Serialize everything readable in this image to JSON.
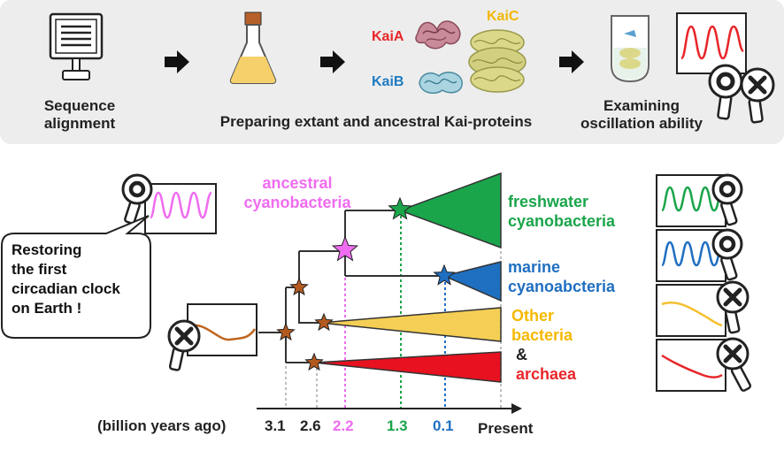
{
  "workflow": {
    "step1": {
      "line1": "Sequence",
      "line2": "alignment"
    },
    "step2": {
      "label": "Preparing extant and ancestral Kai-proteins"
    },
    "step3": {
      "line1": "Examining",
      "line2": "oscillation ability"
    },
    "proteins": {
      "kaia": "KaiA",
      "kaib": "KaiB",
      "kaic": "KaiC",
      "kaia_color": "#e8262a",
      "kaib_color": "#1f7bc1",
      "kaic_color": "#f2b705"
    }
  },
  "tree": {
    "ancestral_label": {
      "line1": "ancestral",
      "line2": "cyanobacteria",
      "color": "#ef6cf0"
    },
    "groups": [
      {
        "id": "freshwater",
        "line1": "freshwater",
        "line2": "cyanobacteria",
        "color": "#1aa54b",
        "oscillates": true
      },
      {
        "id": "marine",
        "line1": "marine",
        "line2": "cyanoabcteria",
        "color": "#1f6fc1",
        "oscillates": true
      },
      {
        "id": "other",
        "line1": "Other",
        "line2": "bacteria",
        "color": "#f5c030",
        "oscillates": false
      },
      {
        "id": "archaea",
        "amp": "&",
        "line2": "archaea",
        "color": "#e8262a",
        "oscillates": false
      }
    ],
    "callout": {
      "line1": "Restoring",
      "line2": "the first",
      "line3": "circadian clock",
      "line4": "on Earth !"
    }
  },
  "timeline": {
    "unit_label": "(billion years ago)",
    "ticks": [
      {
        "label": "3.1",
        "color": "#222222"
      },
      {
        "label": "2.6",
        "color": "#222222"
      },
      {
        "label": "2.2",
        "color": "#ef6cf0"
      },
      {
        "label": "1.3",
        "color": "#1aa54b"
      },
      {
        "label": "0.1",
        "color": "#1f6fc1"
      }
    ],
    "end_label": "Present"
  }
}
